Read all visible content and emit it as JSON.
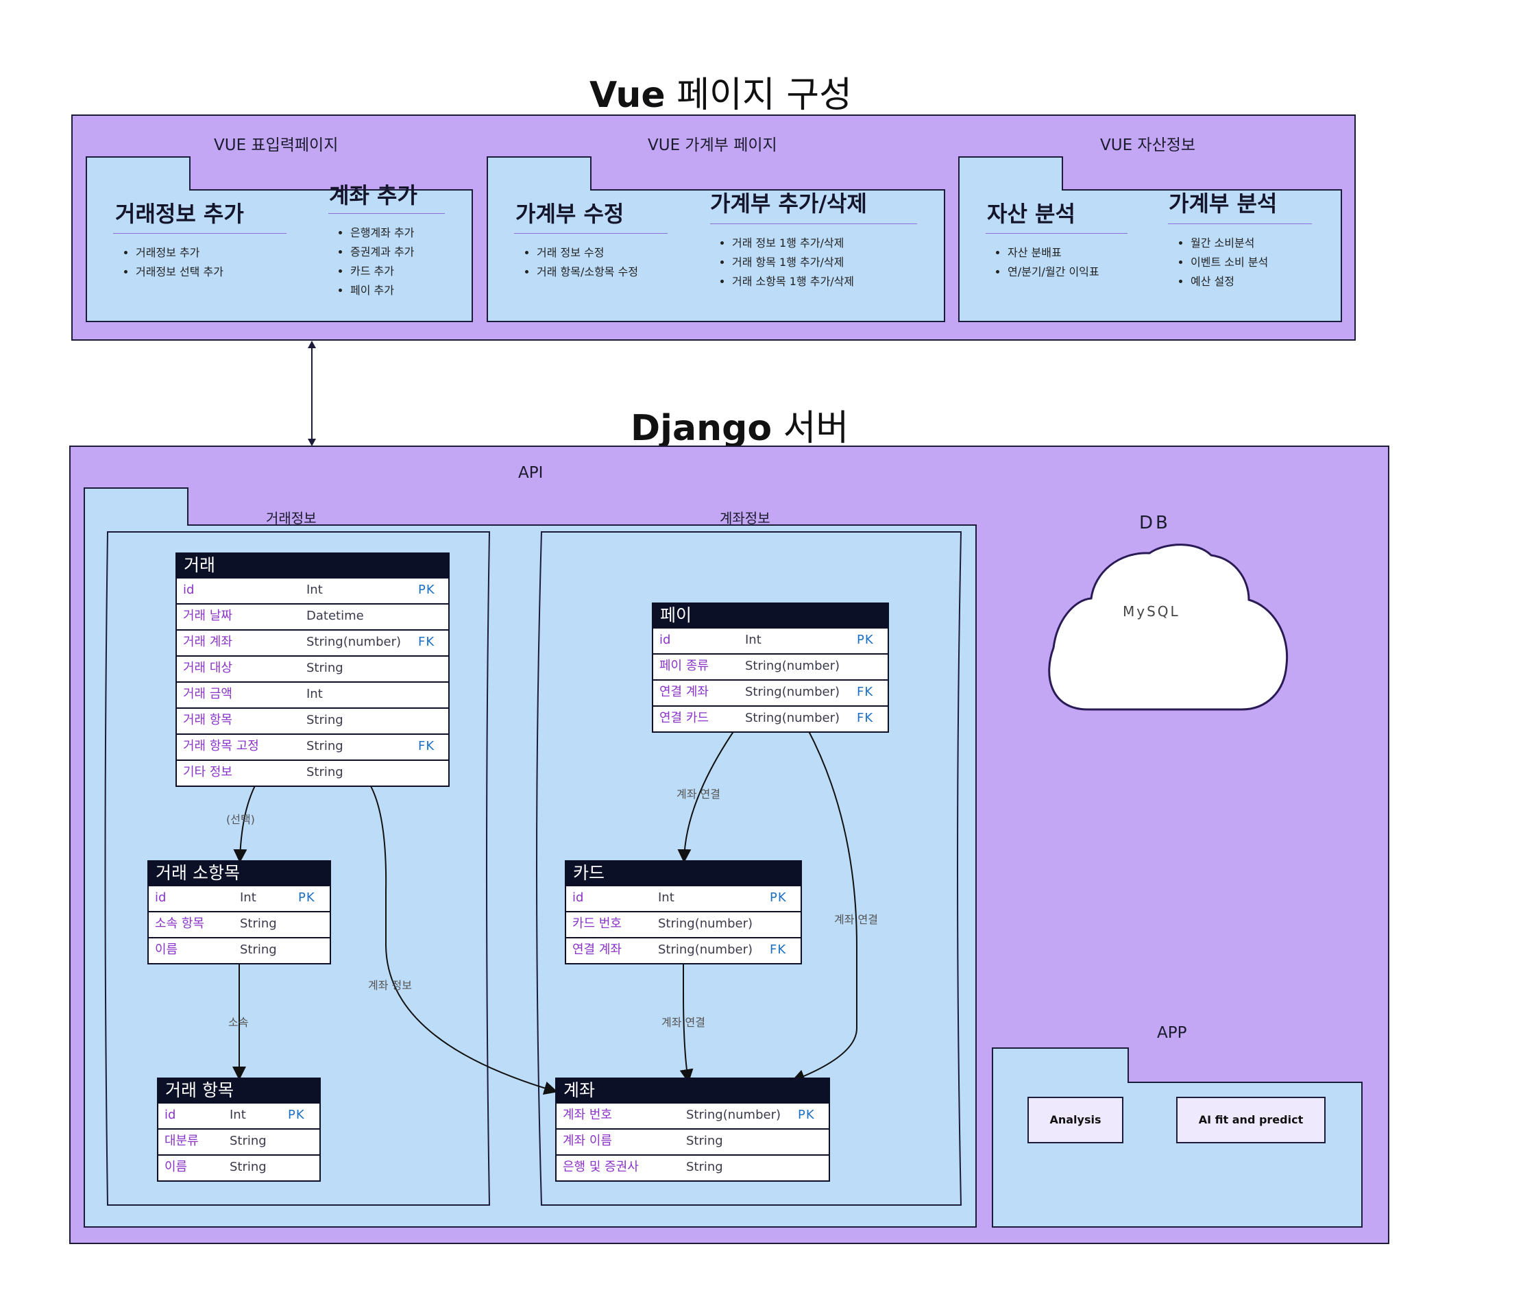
{
  "vue": {
    "title_bold": "Vue",
    "title_rest": " 페이지 구성",
    "sections": [
      {
        "label": "VUE 표입력페이지",
        "left_head": "거래정보 추가",
        "left_items": [
          "거래정보 추가",
          "거래정보 선택 추가"
        ],
        "right_head": "계좌 추가",
        "right_items": [
          "은행계좌 추가",
          "증권계과 추가",
          "카드 추가",
          "페이 추가"
        ]
      },
      {
        "label": "VUE 가계부 페이지",
        "left_head": "가계부 수정",
        "left_items": [
          "거래 정보 수정",
          "거래 항목/소항목 수정"
        ],
        "right_head": "가계부 추가/삭제",
        "right_items": [
          "거래 정보 1행 추가/삭제",
          "거래 항목 1행 추가/삭제",
          "거래 소항목 1행 추가/삭제"
        ]
      },
      {
        "label": "VUE 자산정보",
        "left_head": "자산 분석",
        "left_items": [
          "자산 분배표",
          "연/분기/월간 이익표"
        ],
        "right_head": "가계부 분석",
        "right_items": [
          "월간 소비분석",
          "이벤트 소비 분석",
          "예산 설정"
        ]
      }
    ]
  },
  "django": {
    "title_bold": "Django",
    "title_rest": " 서버",
    "api_label": "API",
    "group_transactions": "거래정보",
    "group_accounts": "계좌정보",
    "db_label": "DB",
    "db_engine": "MySQL",
    "app_label": "APP",
    "app_buttons": [
      "Analysis",
      "AI fit and predict"
    ]
  },
  "tables": {
    "trade": {
      "name": "거래",
      "rows": [
        [
          "id",
          "Int",
          "PK"
        ],
        [
          "거래 날짜",
          "Datetime",
          ""
        ],
        [
          "거래 계좌",
          "String(number)",
          "FK"
        ],
        [
          "거래 대상",
          "String",
          ""
        ],
        [
          "거래 금액",
          "Int",
          ""
        ],
        [
          "거래 항목",
          "String",
          ""
        ],
        [
          "거래 항목 고정",
          "String",
          "FK"
        ],
        [
          "기타 정보",
          "String",
          ""
        ]
      ]
    },
    "subitem": {
      "name": "거래 소항목",
      "rows": [
        [
          "id",
          "Int",
          "PK"
        ],
        [
          "소속 항목",
          "String",
          ""
        ],
        [
          "이름",
          "String",
          ""
        ]
      ]
    },
    "item": {
      "name": "거래 항목",
      "rows": [
        [
          "id",
          "Int",
          "PK"
        ],
        [
          "대분류",
          "String",
          ""
        ],
        [
          "이름",
          "String",
          ""
        ]
      ]
    },
    "pay": {
      "name": "페이",
      "rows": [
        [
          "id",
          "Int",
          "PK"
        ],
        [
          "페이 종류",
          "String(number)",
          ""
        ],
        [
          "연결 계좌",
          "String(number)",
          "FK"
        ],
        [
          "연결 카드",
          "String(number)",
          "FK"
        ]
      ]
    },
    "card": {
      "name": "카드",
      "rows": [
        [
          "id",
          "Int",
          "PK"
        ],
        [
          "카드 번호",
          "String(number)",
          ""
        ],
        [
          "연결 계좌",
          "String(number)",
          "FK"
        ]
      ]
    },
    "account": {
      "name": "계좌",
      "rows": [
        [
          "계좌 번호",
          "String(number)",
          "PK"
        ],
        [
          "계좌 이름",
          "String",
          ""
        ],
        [
          "은행 및 증권사",
          "String",
          ""
        ]
      ]
    }
  },
  "edges": {
    "trade_subitem": "(선택)",
    "subitem_item": "소속",
    "trade_account": "계좌 정보",
    "pay_card": "계좌 연결",
    "pay_account": "계좌 연결",
    "card_account": "계좌 연결"
  }
}
